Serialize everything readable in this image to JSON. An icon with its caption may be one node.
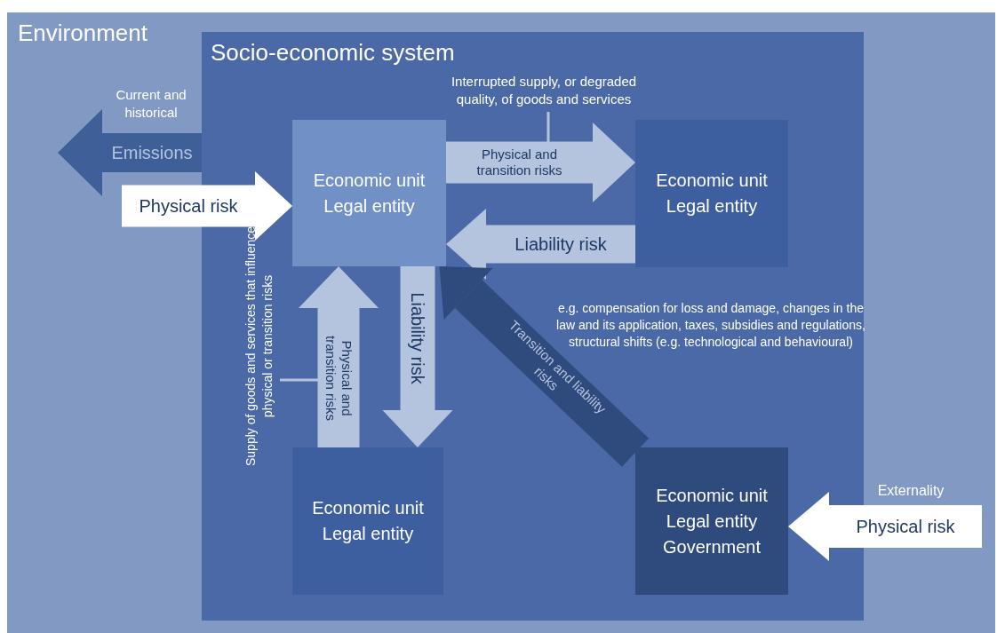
{
  "diagram": {
    "nodes": [
      {
        "text": [
          "Environment"
        ]
      },
      {
        "text": [
          "Socio-economic system"
        ],
        "in": 0
      },
      {
        "text": [
          "Economic unit Legal entity"
        ],
        "in": 1
      },
      {
        "text": [
          "Economic unit Legal entity"
        ],
        "in": 1
      },
      {
        "text": [
          "Economic unit Legal entity"
        ],
        "in": 1
      },
      {
        "text": [
          "Economic unit Legal entity Government"
        ],
        "in": 1
      },
      {
        "text": [
          "Interrupted supply, or degraded quality, of goods and services"
        ],
        "in": 1
      },
      {
        "text": [
          "Supply of goods and services that influence physical or transition risks"
        ],
        "in": 1
      }
    ],
    "edges": [
      {
        "from": 1,
        "to": 0,
        "arrow": "to",
        "label": "Emissions",
        "color": "#3f5f99"
      },
      {
        "from": null,
        "to": 2,
        "arrow": "to",
        "label": "Physical risk",
        "color": "#ffffff"
      },
      {
        "from": 2,
        "to": 3,
        "arrow": "to",
        "label": "Physical and transition risks"
      },
      {
        "from": 3,
        "to": 2,
        "arrow": "to",
        "label": "Liability risk"
      },
      {
        "from": 6,
        "to": null,
        "arrow": "none"
      },
      {
        "from": 4,
        "to": 2,
        "arrow": "to",
        "label": "Physical and transition risks"
      },
      {
        "from": 2,
        "to": 4,
        "arrow": "to",
        "label": "Liability risk"
      },
      {
        "from": 7,
        "to": null,
        "arrow": "none"
      },
      {
        "from": 5,
        "to": 2,
        "arrow": "to",
        "label": "Transition and liability risks",
        "color": "#2f4b7e"
      },
      {
        "from": null,
        "to": 5,
        "arrow": "to",
        "label": "Physical risk",
        "color": "#ffffff"
      }
    ],
    "labels": [
      "Current and historical",
      "e.g. compensation for loss and damage, changes in the law and its application, taxes, subsidies and regulations, structural shifts (e.g. technological and behavioural)",
      "Externality"
    ]
  }
}
